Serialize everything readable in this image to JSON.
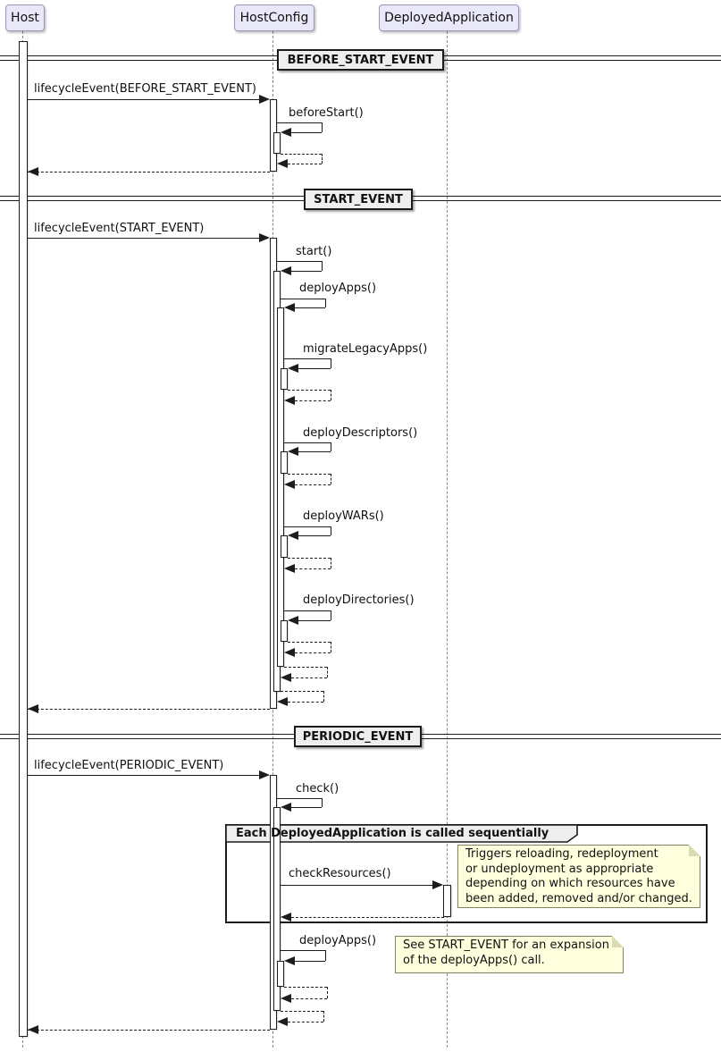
{
  "participants": [
    "Host",
    "HostConfig",
    "DeployedApplication"
  ],
  "dividers": {
    "before": "BEFORE_START_EVENT",
    "start": "START_EVENT",
    "periodic": "PERIODIC_EVENT"
  },
  "messages": {
    "lifecycle_before": "lifecycleEvent(BEFORE_START_EVENT)",
    "before_start": "beforeStart()",
    "lifecycle_start": "lifecycleEvent(START_EVENT)",
    "start": "start()",
    "deploy_apps": "deployApps()",
    "migrate_legacy_apps": "migrateLegacyApps()",
    "deploy_descriptors": "deployDescriptors()",
    "deploy_wars": "deployWARs()",
    "deploy_directories": "deployDirectories()",
    "lifecycle_periodic": "lifecycleEvent(PERIODIC_EVENT)",
    "check": "check()",
    "check_resources": "checkResources()",
    "deploy_apps_periodic": "deployApps()"
  },
  "group": {
    "title": "Each DeployedApplication is called sequentially"
  },
  "notes": {
    "check_resources": "Triggers reloading, redeployment\nor undeployment as appropriate\ndepending on which resources have\nbeen added, removed and/or changed.",
    "deploy_apps": "See START_EVENT for an expansion\nof the deployApps() call."
  },
  "colors": {
    "participant_fill": "#e8e8f8",
    "participant_border": "#9798b5",
    "divider_fill": "#eeeeee",
    "note_fill": "#feffdd",
    "note_border": "#82825f",
    "line": "#1c1c1c",
    "lifeline": "#8a8a8a"
  }
}
